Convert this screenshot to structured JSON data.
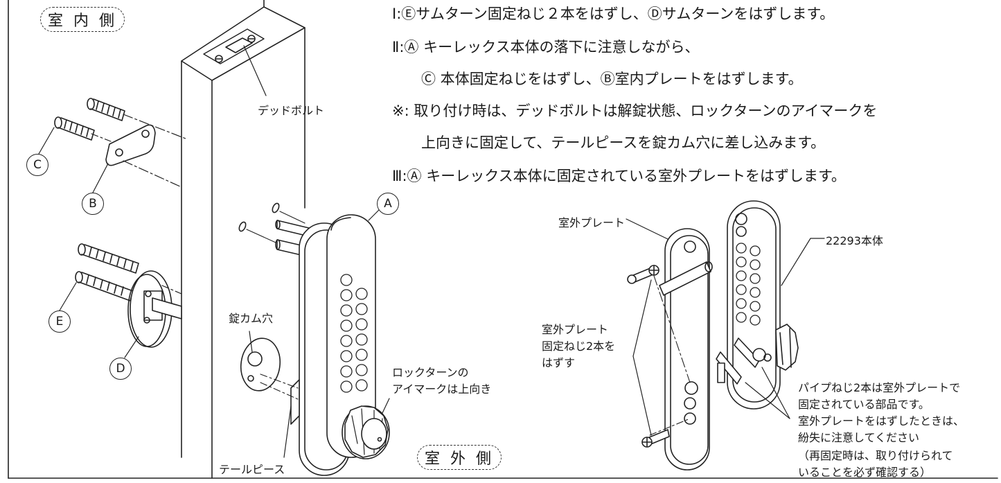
{
  "side_labels": {
    "inside": "室 内 側",
    "outside": "室 外 側"
  },
  "steps": {
    "step1": "Ⅰ:Ⓔサムターン固定ねじ２本をはずし、Ⓓサムターンをはずします。",
    "step2_line1": "Ⅱ:Ⓐ キーレックス本体の落下に注意しながら、",
    "step2_line2": "Ⓒ 本体固定ねじをはずし、Ⓑ室内プレートをはずします。",
    "note_line1": "※: 取り付け時は、デッドボルトは解錠状態、ロックターンのアイマークを",
    "note_line2": "上向きに固定して、テールピースを錠カム穴に差し込みます。",
    "step3": "Ⅲ:Ⓐ キーレックス本体に固定されている室外プレートをはずします。"
  },
  "part_markers": {
    "a": "A",
    "b": "B",
    "c": "C",
    "d": "D",
    "e": "E"
  },
  "labels": {
    "deadbolt": "デッドボルト",
    "cam_hole": "錠カム穴",
    "lock_turn_1": "ロックターンの",
    "lock_turn_2": "アイマークは上向き",
    "tailpiece": "テールピース",
    "outer_plate": "室外プレート",
    "body_22293": "22293本体",
    "screws_1": "室外プレート",
    "screws_2": "固定ねじ2本を",
    "screws_3": "はずす",
    "pipe_1": "パイプねじ2本は室外プレートで",
    "pipe_2": "固定されている部品です。",
    "pipe_3": "室外プレートをはずしたときは、",
    "pipe_4": "紛失に注意してください",
    "pipe_5": "（再固定時は、取り付けられて",
    "pipe_6": "いることを必ず確認する）"
  }
}
